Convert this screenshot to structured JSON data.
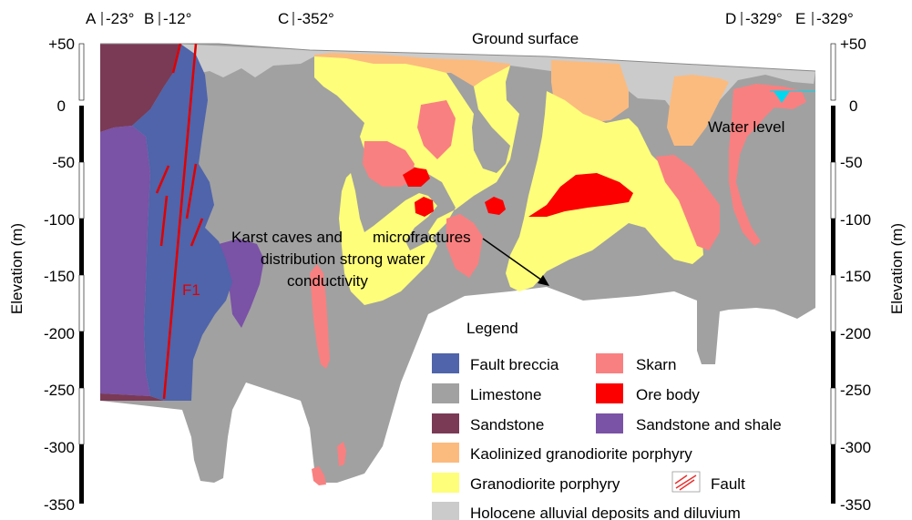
{
  "profile_markers": [
    {
      "letter": "A",
      "bearing": "-23°"
    },
    {
      "letter": "B",
      "bearing": "-12°"
    },
    {
      "letter": "C",
      "bearing": "-352°"
    },
    {
      "letter": "D",
      "bearing": "-329°"
    },
    {
      "letter": "E",
      "bearing": "-329°"
    }
  ],
  "ground_surface_label": "Ground surface",
  "axis": {
    "title": "Elevation (m)",
    "ticks": [
      "+50",
      "0",
      "-50",
      "-100",
      "-150",
      "-200",
      "-250",
      "-300",
      "-350"
    ],
    "range": [
      -350,
      50
    ]
  },
  "annotations": {
    "water_level": "Water level",
    "karst_line1": "Karst caves and",
    "karst_line2": "distribution strong water",
    "karst_line3": "conductivity",
    "microfractures": "microfractures",
    "fault_label": "F1"
  },
  "legend": {
    "title": "Legend",
    "items": [
      {
        "label": "Fault breccia",
        "color": "#4f64aa"
      },
      {
        "label": "Limestone",
        "color": "#a1a1a1"
      },
      {
        "label": "Sandstone",
        "color": "#7a3a55"
      },
      {
        "label": "Kaolinized granodiorite porphyry",
        "color": "#fbbb7e"
      },
      {
        "label": "Granodiorite porphyry",
        "color": "#fefe7a"
      },
      {
        "label": "Holocene alluvial deposits and diluvium",
        "color": "#cbcbcb"
      },
      {
        "label": "Skarn",
        "color": "#f98080"
      },
      {
        "label": "Ore body",
        "color": "#fc0000"
      },
      {
        "label": "Sandstone and shale",
        "color": "#7a52a6"
      },
      {
        "label": "Fault",
        "color": "#e83030"
      }
    ]
  },
  "colors": {
    "water_marker": "#00d8f0",
    "fault_line": "#e00000"
  }
}
